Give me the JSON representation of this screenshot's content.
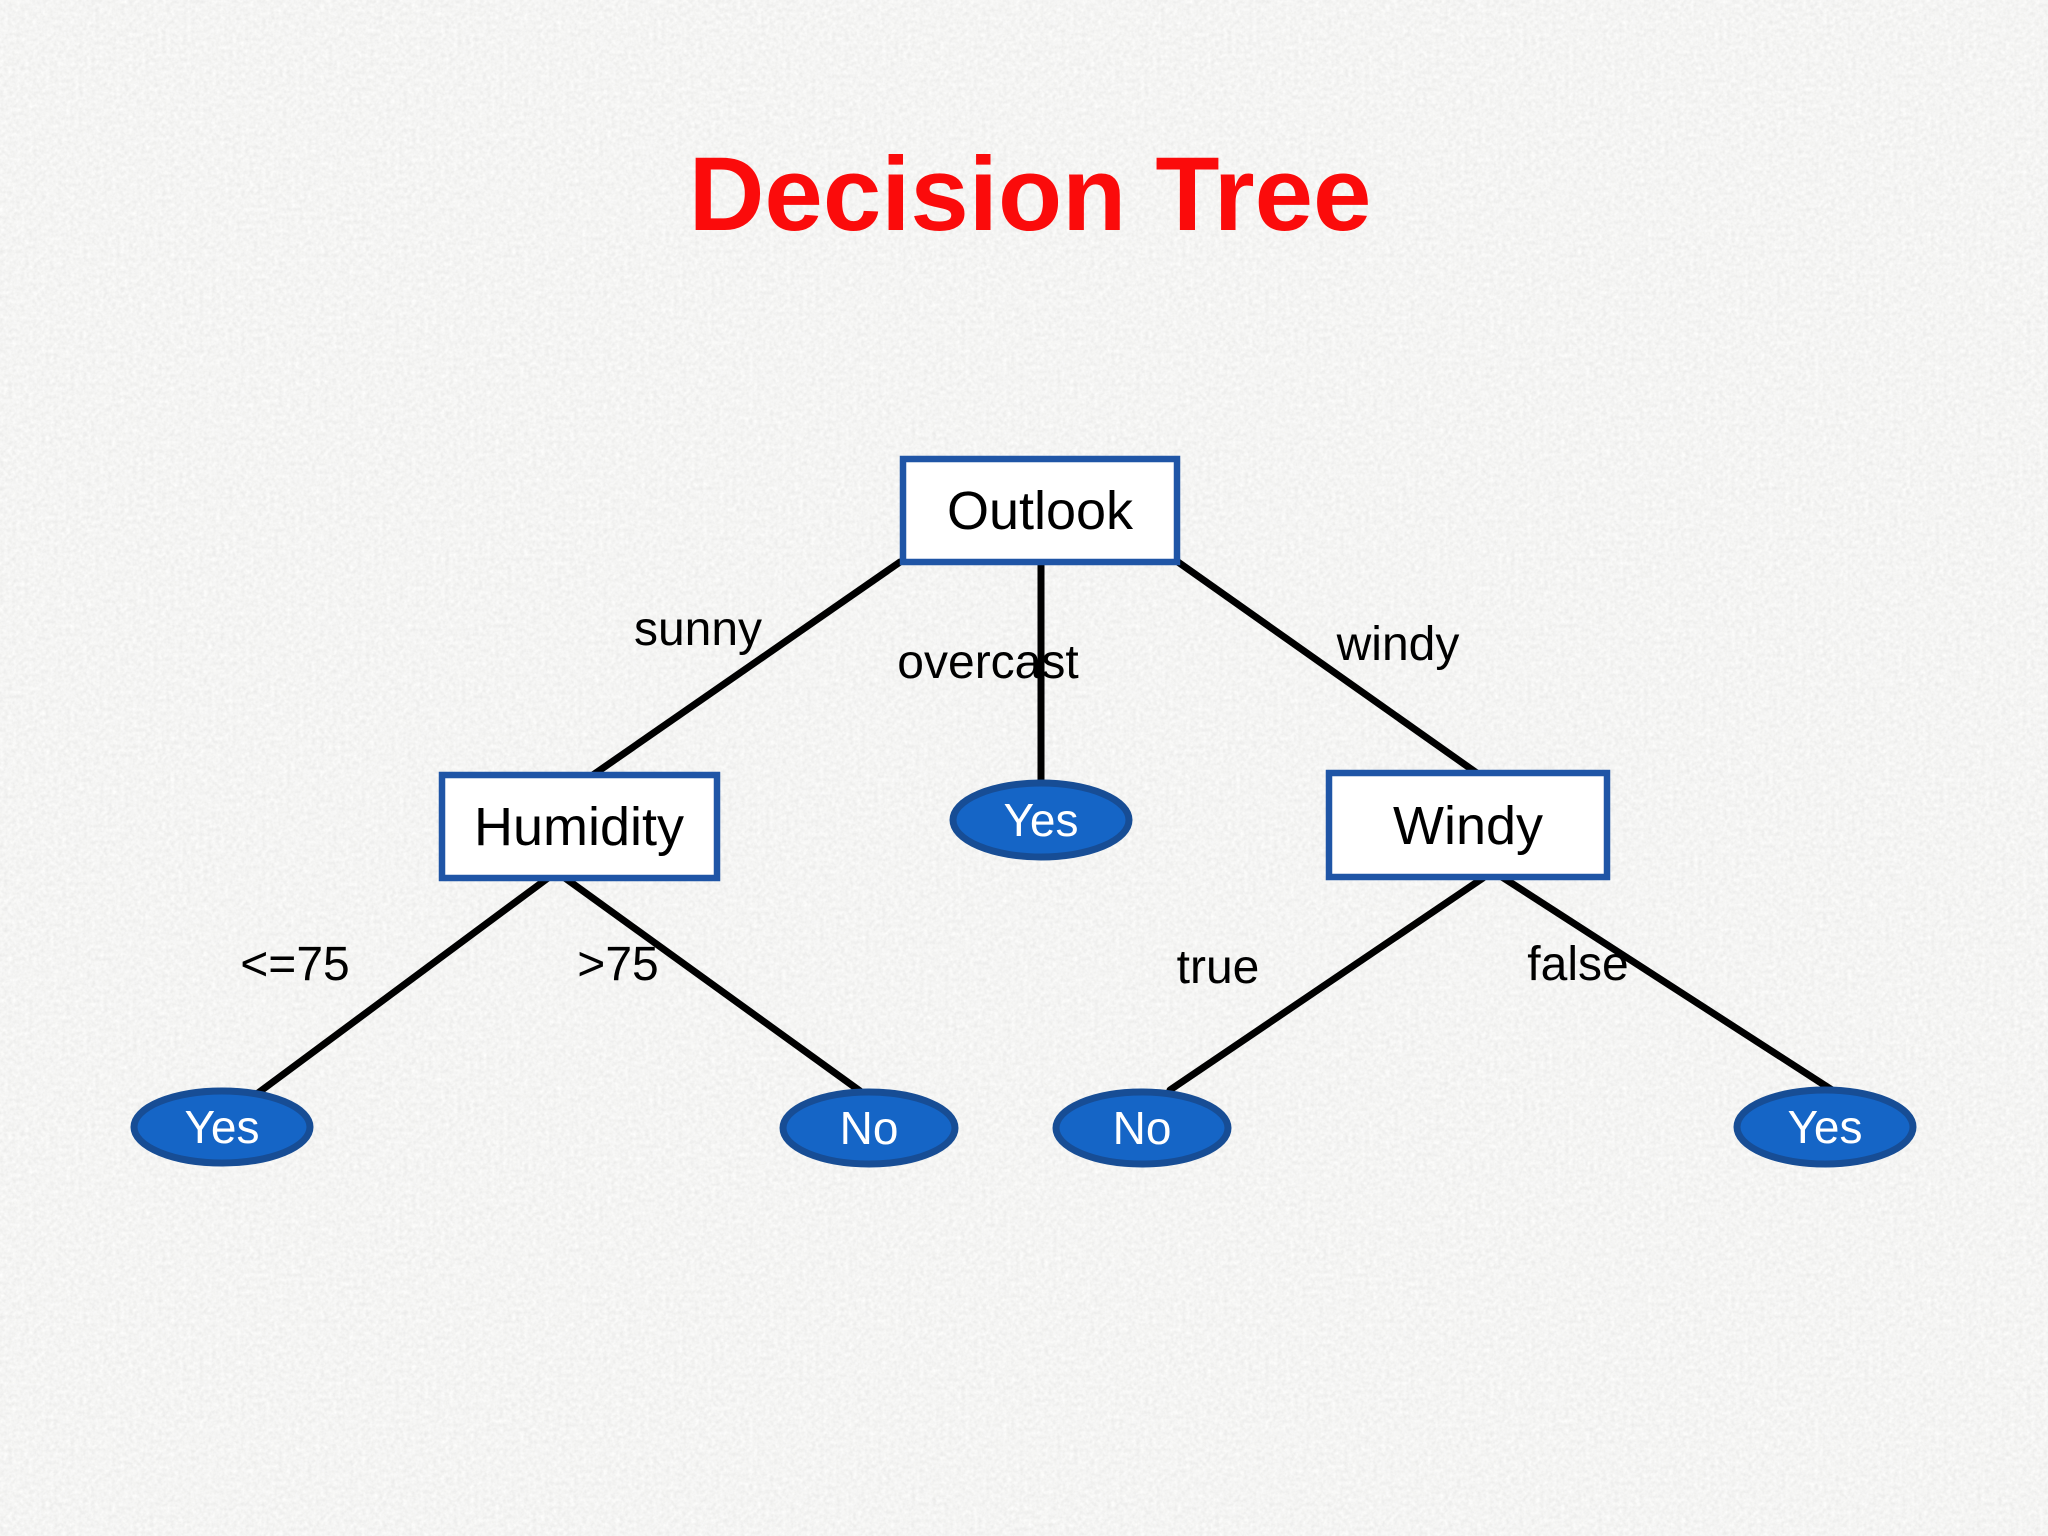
{
  "title": "Decision Tree",
  "colors": {
    "title": "#FB0B0B",
    "background": "#E7E6E3",
    "box_fill": "#FFFFFF",
    "box_border": "#1F55A6",
    "leaf_fill": "#1565C6",
    "leaf_border": "#174D95",
    "leaf_text": "#FFFFFF",
    "node_text": "#000000",
    "edge": "#000000"
  },
  "diagram": {
    "type": "decision-tree",
    "nodes": [
      {
        "id": "outlook",
        "type": "decision",
        "label": "Outlook"
      },
      {
        "id": "humidity",
        "type": "decision",
        "label": "Humidity"
      },
      {
        "id": "windy",
        "type": "decision",
        "label": "Windy"
      },
      {
        "id": "yes-overcast",
        "type": "leaf",
        "label": "Yes"
      },
      {
        "id": "yes-humidity-low",
        "type": "leaf",
        "label": "Yes"
      },
      {
        "id": "no-humidity-high",
        "type": "leaf",
        "label": "No"
      },
      {
        "id": "no-windy-true",
        "type": "leaf",
        "label": "No"
      },
      {
        "id": "yes-windy-false",
        "type": "leaf",
        "label": "Yes"
      }
    ],
    "edges": [
      {
        "from": "outlook",
        "to": "humidity",
        "label": "sunny"
      },
      {
        "from": "outlook",
        "to": "yes-overcast",
        "label": "overcast"
      },
      {
        "from": "outlook",
        "to": "windy",
        "label": "windy"
      },
      {
        "from": "humidity",
        "to": "yes-humidity-low",
        "label": "<=75"
      },
      {
        "from": "humidity",
        "to": "no-humidity-high",
        "label": ">75"
      },
      {
        "from": "windy",
        "to": "no-windy-true",
        "label": "true"
      },
      {
        "from": "windy",
        "to": "yes-windy-false",
        "label": "false"
      }
    ]
  }
}
